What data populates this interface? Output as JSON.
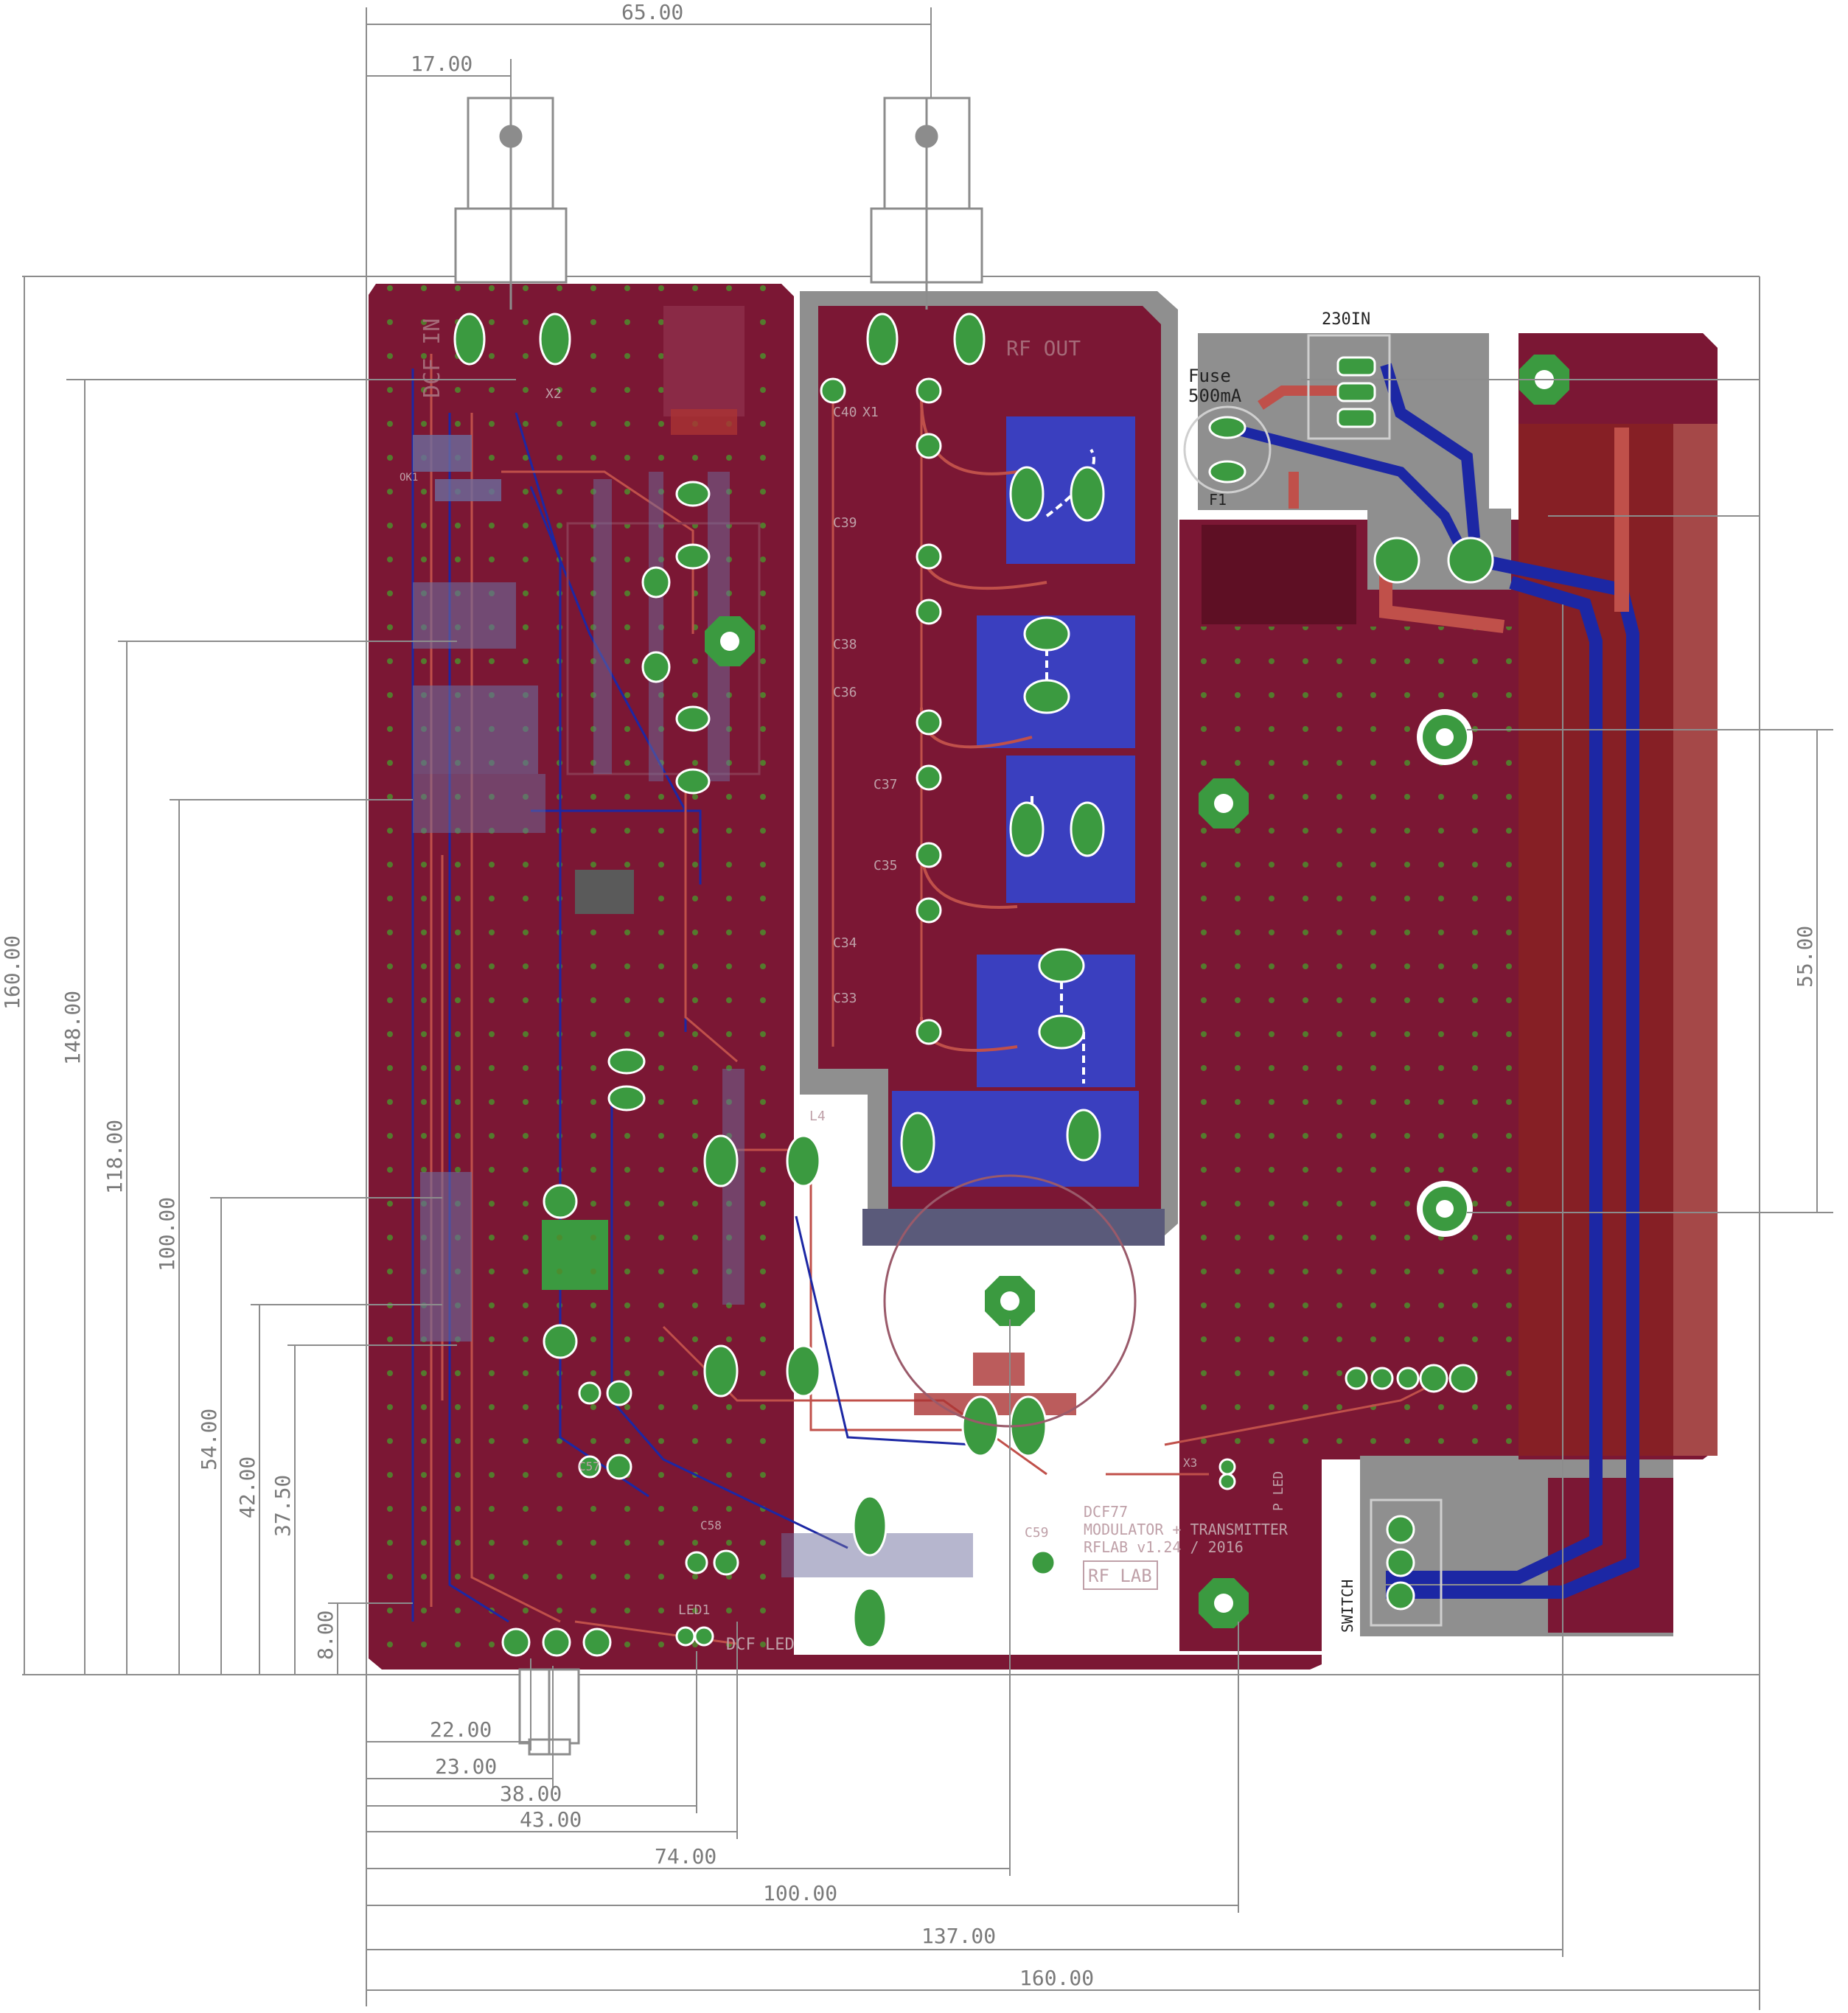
{
  "dimensions": {
    "top": [
      "65.00",
      "17.00"
    ],
    "left": [
      "160.00",
      "148.00",
      "118.00",
      "100.00",
      "54.00",
      "42.00",
      "37.50",
      "8.00"
    ],
    "right": [
      "55.00"
    ],
    "bottom": [
      "22.00",
      "23.00",
      "38.00",
      "43.00",
      "74.00",
      "100.00",
      "137.00",
      "160.00"
    ]
  },
  "labels": {
    "dcf_in": "DCF IN",
    "rf_out": "RF OUT",
    "x1": "X1",
    "x2": "X2",
    "in_230": "230IN",
    "fuse": "Fuse",
    "fuse_rating": "500mA",
    "f1": "F1",
    "switch": "SWITCH",
    "dcf_led": "DCF LED",
    "led1": "LED1",
    "p_led": "P LED",
    "x3": "X3",
    "l4": "L4",
    "c40": "C40",
    "c39": "C39",
    "c38": "C38",
    "c37": "C37",
    "c36": "C36",
    "c35": "C35",
    "c34": "C34",
    "c33": "C33",
    "c57": "C57",
    "c58": "C58",
    "c59": "C59",
    "ok1": "OK1",
    "board_title": "DCF77",
    "board_subtitle": "MODULATOR + TRANSMITTER",
    "board_version": "RFLAB v1.24 / 2016",
    "logo": "RF LAB"
  },
  "colors": {
    "board": "#7b1734",
    "trace_top": "#c0504a",
    "trace_bottom": "#1c27a4",
    "bottom_pour": "#3a3fbf",
    "pad": "#3b9a40",
    "dim_line": "#8c8c8c",
    "via": "#4e8c2c"
  }
}
